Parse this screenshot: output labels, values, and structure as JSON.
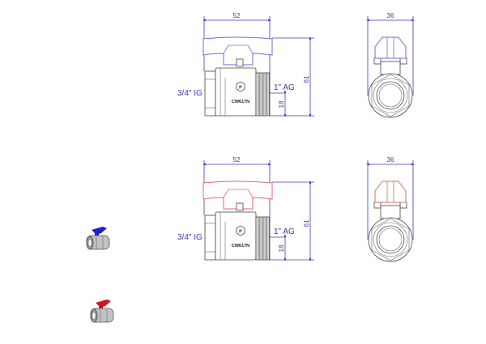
{
  "drawings": [
    {
      "name": "blue-handle-valve",
      "handle_color": "#6b6be0",
      "dim_width": "52",
      "dim_height": "61",
      "dim_axis": "18",
      "dim_end_width": "36",
      "label_left": "3/4\" IG",
      "label_right": "1\" AG",
      "marking": "CW617N",
      "logo": "P"
    },
    {
      "name": "red-handle-valve",
      "handle_color": "#e06a6a",
      "dim_width": "52",
      "dim_height": "61",
      "dim_axis": "18",
      "dim_end_width": "36",
      "label_left": "3/4\" IG",
      "label_right": "1\" AG",
      "marking": "CW617N",
      "logo": "P"
    }
  ],
  "dimension_color": "#3b3bb0"
}
